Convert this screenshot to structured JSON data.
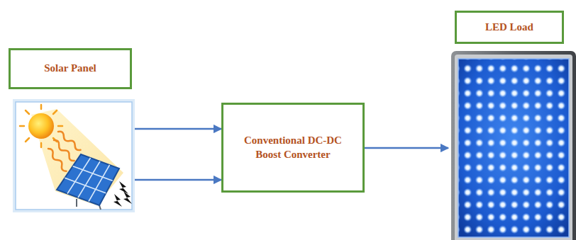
{
  "diagram": {
    "nodes": [
      {
        "text": [
          "Solar Panel"
        ]
      },
      {
        "text": [
          "Conventional DC-DC Boost Converter"
        ]
      },
      {
        "text": [
          "LED Load"
        ]
      }
    ],
    "edges": [
      {
        "from": 0,
        "to": 1,
        "arrow": "to"
      },
      {
        "from": 0,
        "to": 1,
        "arrow": "to"
      },
      {
        "from": 1,
        "to": 2,
        "arrow": "to"
      }
    ]
  }
}
